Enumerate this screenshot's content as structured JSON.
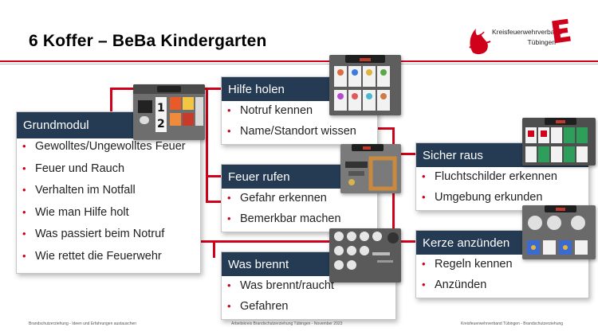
{
  "title": "6 Koffer – BeBa Kindergarten",
  "logo": {
    "line1": "Kreisfeuerwehrverband",
    "line2": "Tübingen"
  },
  "colors": {
    "accent": "#d0021b",
    "header": "#243b53",
    "body_text": "#222222"
  },
  "modules": {
    "grundmodul": {
      "title": "Grundmodul",
      "items": [
        "Gewolltes/Ungewolltes Feuer",
        "Feuer und Rauch",
        "Verhalten im Notfall",
        "Wie man Hilfe holt",
        "Was passiert beim Notruf",
        "Wie rettet die Feuerwehr"
      ]
    },
    "hilfe": {
      "title": "Hilfe holen",
      "items": [
        "Notruf kennen",
        "Name/Standort wissen"
      ]
    },
    "feuer": {
      "title": "Feuer rufen",
      "items": [
        "Gefahr erkennen",
        "Bemerkbar machen"
      ]
    },
    "brennt": {
      "title": "Was brennt",
      "items": [
        "Was brennt/raucht",
        "Gefahren"
      ]
    },
    "sicher": {
      "title": "Sicher raus",
      "items": [
        "Fluchtschilder erkennen",
        "Umgebung erkunden"
      ]
    },
    "kerze": {
      "title": "Kerze anzünden",
      "items": [
        "Regeln kennen",
        "Anzünden"
      ]
    }
  },
  "footer": {
    "left": "Brandschutzerziehung - Ideen und Erfahrungen austauschen",
    "center": "Arbeitskreis Brandschutzerziehung Tübingen - November 2023",
    "right": "Kreisfeuerwehrverband Tübingen - Brandschutzerziehung"
  }
}
